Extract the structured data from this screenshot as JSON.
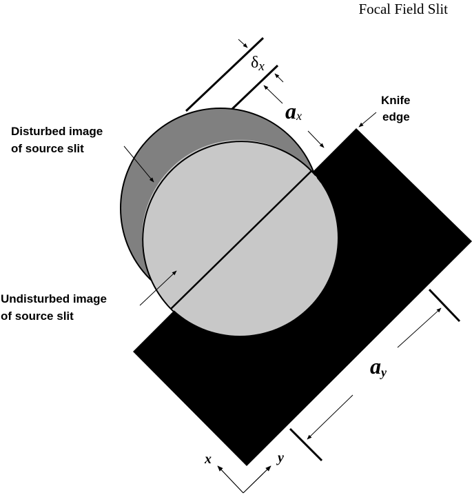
{
  "title": "Focal Field Slit",
  "labels": {
    "delta_symbol": "δ",
    "delta_sub": "x",
    "ax_main": "a",
    "ax_sub": "x",
    "ay_main": "a",
    "ay_sub": "y",
    "knife_line1": "Knife",
    "knife_line2": "edge",
    "disturbed_line1": "Disturbed image",
    "disturbed_line2": "of source slit",
    "undisturbed_line1": "Undisturbed image",
    "undisturbed_line2": "of source slit",
    "axis_x": "x",
    "axis_y": "y"
  },
  "colors": {
    "knife": "#000000",
    "disturbed": "#808080",
    "undisturbed": "#c8c8c8",
    "stroke": "#000000"
  }
}
